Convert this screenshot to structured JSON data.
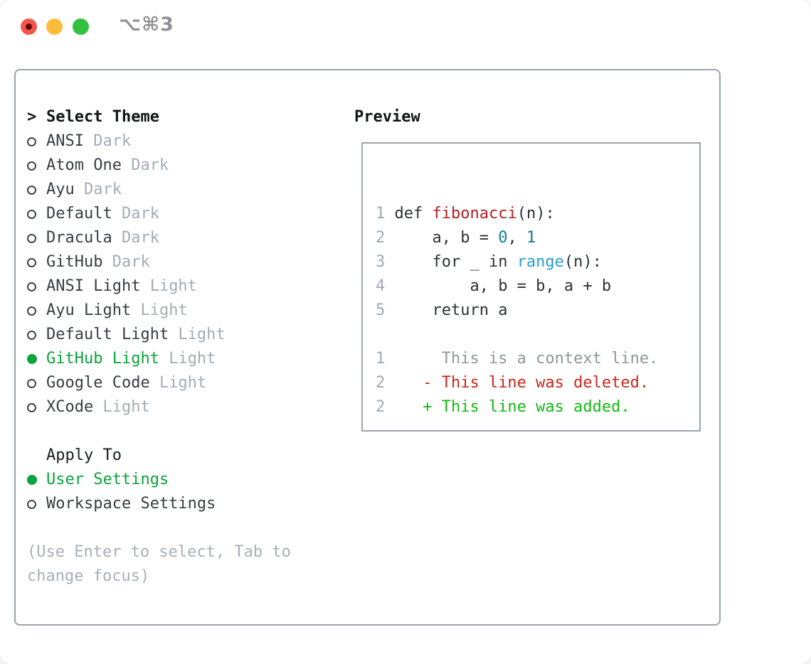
{
  "window": {
    "title": "⌥⌘3"
  },
  "colors": {
    "accent-green": "#0aa43c",
    "diff-added": "#13bb13",
    "diff-deleted": "#c8291b",
    "diff-context": "#8f979f",
    "code-default": "#2d3238",
    "code-function": "#b02020",
    "code-number": "#0f7e86",
    "code-builtin": "#279fd6",
    "line-number": "#9fa9b6",
    "item-text": "#383d44",
    "muted-text": "#a3acb7",
    "heading-text": "#111418",
    "help-text": "#a7afba",
    "border-gray": "#9ba3ad",
    "title-gray": "#909095",
    "light-red": "#f2564c",
    "light-yellow": "#f9bd3b",
    "light-green": "#31c13f"
  },
  "theme_panel": {
    "prompt": ">",
    "heading": "Select Theme",
    "themes": [
      {
        "name": "ANSI",
        "variant": "Dark",
        "selected": false
      },
      {
        "name": "Atom One",
        "variant": "Dark",
        "selected": false
      },
      {
        "name": "Ayu",
        "variant": "Dark",
        "selected": false
      },
      {
        "name": "Default",
        "variant": "Dark",
        "selected": false
      },
      {
        "name": "Dracula",
        "variant": "Dark",
        "selected": false
      },
      {
        "name": "GitHub",
        "variant": "Dark",
        "selected": false
      },
      {
        "name": "ANSI Light",
        "variant": "Light",
        "selected": false
      },
      {
        "name": "Ayu Light",
        "variant": "Light",
        "selected": false
      },
      {
        "name": "Default Light",
        "variant": "Light",
        "selected": false
      },
      {
        "name": "GitHub Light",
        "variant": "Light",
        "selected": true
      },
      {
        "name": "Google Code",
        "variant": "Light",
        "selected": false
      },
      {
        "name": "XCode",
        "variant": "Light",
        "selected": false
      }
    ],
    "apply_heading": "Apply To",
    "apply_options": [
      {
        "name": "User Settings",
        "selected": true
      },
      {
        "name": "Workspace Settings",
        "selected": false
      }
    ],
    "help_lines": [
      "(Use Enter to select, Tab to",
      "change focus)"
    ]
  },
  "preview": {
    "heading": "Preview",
    "code_lines": [
      {
        "num": "1",
        "segments": [
          {
            "text": "def ",
            "style": "default"
          },
          {
            "text": "fibonacci",
            "style": "function"
          },
          {
            "text": "(n):",
            "style": "default"
          }
        ]
      },
      {
        "num": "2",
        "segments": [
          {
            "text": "    a, b = ",
            "style": "default"
          },
          {
            "text": "0",
            "style": "number"
          },
          {
            "text": ", ",
            "style": "default"
          },
          {
            "text": "1",
            "style": "number"
          }
        ]
      },
      {
        "num": "3",
        "segments": [
          {
            "text": "    for _ in ",
            "style": "default"
          },
          {
            "text": "range",
            "style": "builtin"
          },
          {
            "text": "(n):",
            "style": "default"
          }
        ]
      },
      {
        "num": "4",
        "segments": [
          {
            "text": "        a, b = b, a + b",
            "style": "default"
          }
        ]
      },
      {
        "num": "5",
        "segments": [
          {
            "text": "    return a",
            "style": "default"
          }
        ]
      }
    ],
    "diff_lines": [
      {
        "num": "1",
        "text": "      This is a context line.",
        "kind": "context"
      },
      {
        "num": "2",
        "text": "    - This line was deleted.",
        "kind": "deleted"
      },
      {
        "num": "2",
        "text": "    + This line was added.",
        "kind": "added"
      }
    ]
  }
}
